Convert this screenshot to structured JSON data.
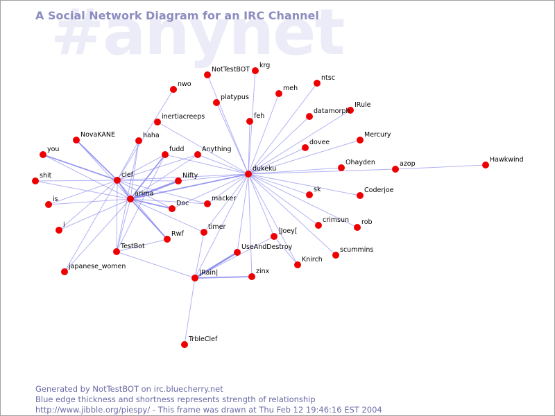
{
  "watermark": "#anynet",
  "title": "A Social Network Diagram for an IRC Channel",
  "footer": {
    "line1": "Generated by NotTestBOT on irc.bluecherry.net",
    "line2": "Blue edge thickness and shortness represents strength of relationship",
    "line3": "http://www.jibble.org/piespy/ - This frame was drawn at Thu Feb 12 19:46:16 EST 2004"
  },
  "colors": {
    "node": "#ee0000",
    "edge": "#8888ee",
    "title": "#8c8cc0",
    "watermark": "#ececf8",
    "footer": "#6a6aa6"
  },
  "nodes": [
    {
      "id": "NotTestBOT",
      "label": "NotTestBOT"
    },
    {
      "id": "krg",
      "label": "krg"
    },
    {
      "id": "nwo",
      "label": "nwo"
    },
    {
      "id": "platypus",
      "label": "platypus"
    },
    {
      "id": "meh",
      "label": "meh"
    },
    {
      "id": "ntsc",
      "label": "ntsc"
    },
    {
      "id": "IRule",
      "label": "IRule"
    },
    {
      "id": "datamorph",
      "label": "datamorph"
    },
    {
      "id": "feh",
      "label": "feh"
    },
    {
      "id": "inertiacreeps",
      "label": "inertiacreeps"
    },
    {
      "id": "NovaKANE",
      "label": "NovaKANE"
    },
    {
      "id": "haha",
      "label": "haha"
    },
    {
      "id": "Mercury",
      "label": "Mercury"
    },
    {
      "id": "dovee",
      "label": "dovee"
    },
    {
      "id": "fudd",
      "label": "fudd"
    },
    {
      "id": "Anything",
      "label": "Anything"
    },
    {
      "id": "you",
      "label": "you"
    },
    {
      "id": "Hawkwind",
      "label": "Hawkwind"
    },
    {
      "id": "Ohayden",
      "label": "Ohayden"
    },
    {
      "id": "azop",
      "label": "azop"
    },
    {
      "id": "dukeku",
      "label": "dukeku"
    },
    {
      "id": "clef",
      "label": "clef"
    },
    {
      "id": "Nifty",
      "label": "Nifty"
    },
    {
      "id": "shit",
      "label": "shit"
    },
    {
      "id": "sk",
      "label": "sk"
    },
    {
      "id": "Coderjoe",
      "label": "Coderjoe"
    },
    {
      "id": "arima",
      "label": "arima"
    },
    {
      "id": "macker",
      "label": "macker"
    },
    {
      "id": "is",
      "label": "is"
    },
    {
      "id": "Doc",
      "label": "Doc"
    },
    {
      "id": "crimsun",
      "label": "crimsun"
    },
    {
      "id": "rob",
      "label": "rob"
    },
    {
      "id": "i",
      "label": "i"
    },
    {
      "id": "timer",
      "label": "timer"
    },
    {
      "id": "JJoey",
      "label": "]Joey["
    },
    {
      "id": "Rwf",
      "label": "Rwf"
    },
    {
      "id": "TestBot",
      "label": "TestBot"
    },
    {
      "id": "UseAndDestroy",
      "label": "UseAndDestroy"
    },
    {
      "id": "scummins",
      "label": "scummins"
    },
    {
      "id": "Knirch",
      "label": "Knirch"
    },
    {
      "id": "japanese_women",
      "label": "japanese_women"
    },
    {
      "id": "JRain",
      "label": "|Rain|"
    },
    {
      "id": "zinx",
      "label": "zinx"
    },
    {
      "id": "TrbleClef",
      "label": "TrbleClef"
    }
  ],
  "edges": [
    [
      "dukeku",
      "NotTestBOT",
      1
    ],
    [
      "dukeku",
      "krg",
      1
    ],
    [
      "dukeku",
      "platypus",
      1
    ],
    [
      "dukeku",
      "meh",
      1
    ],
    [
      "dukeku",
      "ntsc",
      1
    ],
    [
      "dukeku",
      "IRule",
      1
    ],
    [
      "dukeku",
      "datamorph",
      1
    ],
    [
      "dukeku",
      "feh",
      1
    ],
    [
      "dukeku",
      "Mercury",
      1
    ],
    [
      "dukeku",
      "dovee",
      1
    ],
    [
      "dukeku",
      "Ohayden",
      1
    ],
    [
      "dukeku",
      "azop",
      1
    ],
    [
      "dukeku",
      "sk",
      1
    ],
    [
      "dukeku",
      "Coderjoe",
      1
    ],
    [
      "dukeku",
      "crimsun",
      1
    ],
    [
      "dukeku",
      "rob",
      1
    ],
    [
      "dukeku",
      "JJoey",
      1
    ],
    [
      "dukeku",
      "scummins",
      1
    ],
    [
      "dukeku",
      "Knirch",
      1
    ],
    [
      "dukeku",
      "UseAndDestroy",
      1
    ],
    [
      "dukeku",
      "JRain",
      1
    ],
    [
      "dukeku",
      "timer",
      1
    ],
    [
      "dukeku",
      "macker",
      1
    ],
    [
      "dukeku",
      "Doc",
      1
    ],
    [
      "dukeku",
      "Anything",
      1
    ],
    [
      "dukeku",
      "inertiacreeps",
      1
    ],
    [
      "dukeku",
      "fudd",
      1
    ],
    [
      "dukeku",
      "Nifty",
      1
    ],
    [
      "dukeku",
      "arima",
      2
    ],
    [
      "dukeku",
      "clef",
      1
    ],
    [
      "dukeku",
      "zinx",
      1
    ],
    [
      "azop",
      "Hawkwind",
      1
    ],
    [
      "clef",
      "NovaKANE",
      2
    ],
    [
      "clef",
      "you",
      2
    ],
    [
      "clef",
      "shit",
      1
    ],
    [
      "clef",
      "is",
      1
    ],
    [
      "clef",
      "i",
      1
    ],
    [
      "clef",
      "haha",
      1
    ],
    [
      "clef",
      "fudd",
      1
    ],
    [
      "clef",
      "Nifty",
      1
    ],
    [
      "clef",
      "arima",
      2
    ],
    [
      "clef",
      "Doc",
      1
    ],
    [
      "clef",
      "TestBot",
      1
    ],
    [
      "clef",
      "japanese_women",
      1
    ],
    [
      "clef",
      "Rwf",
      1
    ],
    [
      "clef",
      "macker",
      1
    ],
    [
      "clef",
      "Anything",
      1
    ],
    [
      "clef",
      "nwo",
      1
    ],
    [
      "arima",
      "Nifty",
      3
    ],
    [
      "arima",
      "fudd",
      2
    ],
    [
      "arima",
      "haha",
      1
    ],
    [
      "arima",
      "Doc",
      2
    ],
    [
      "arima",
      "Rwf",
      2
    ],
    [
      "arima",
      "is",
      1
    ],
    [
      "arima",
      "i",
      1
    ],
    [
      "arima",
      "shit",
      1
    ],
    [
      "arima",
      "you",
      1
    ],
    [
      "arima",
      "NovaKANE",
      1
    ],
    [
      "arima",
      "TestBot",
      1
    ],
    [
      "arima",
      "macker",
      1
    ],
    [
      "arima",
      "timer",
      1
    ],
    [
      "arima",
      "Anything",
      1
    ],
    [
      "arima",
      "japanese_women",
      1
    ],
    [
      "haha",
      "TestBot",
      1
    ],
    [
      "fudd",
      "TestBot",
      1
    ],
    [
      "Rwf",
      "TestBot",
      1
    ],
    [
      "JRain",
      "UseAndDestroy",
      3
    ],
    [
      "JRain",
      "zinx",
      2
    ],
    [
      "JRain",
      "TrbleClef",
      1
    ],
    [
      "JRain",
      "TestBot",
      1
    ],
    [
      "JRain",
      "timer",
      1
    ],
    [
      "JRain",
      "JJoey",
      1
    ],
    [
      "JJoey",
      "Knirch",
      1
    ]
  ]
}
